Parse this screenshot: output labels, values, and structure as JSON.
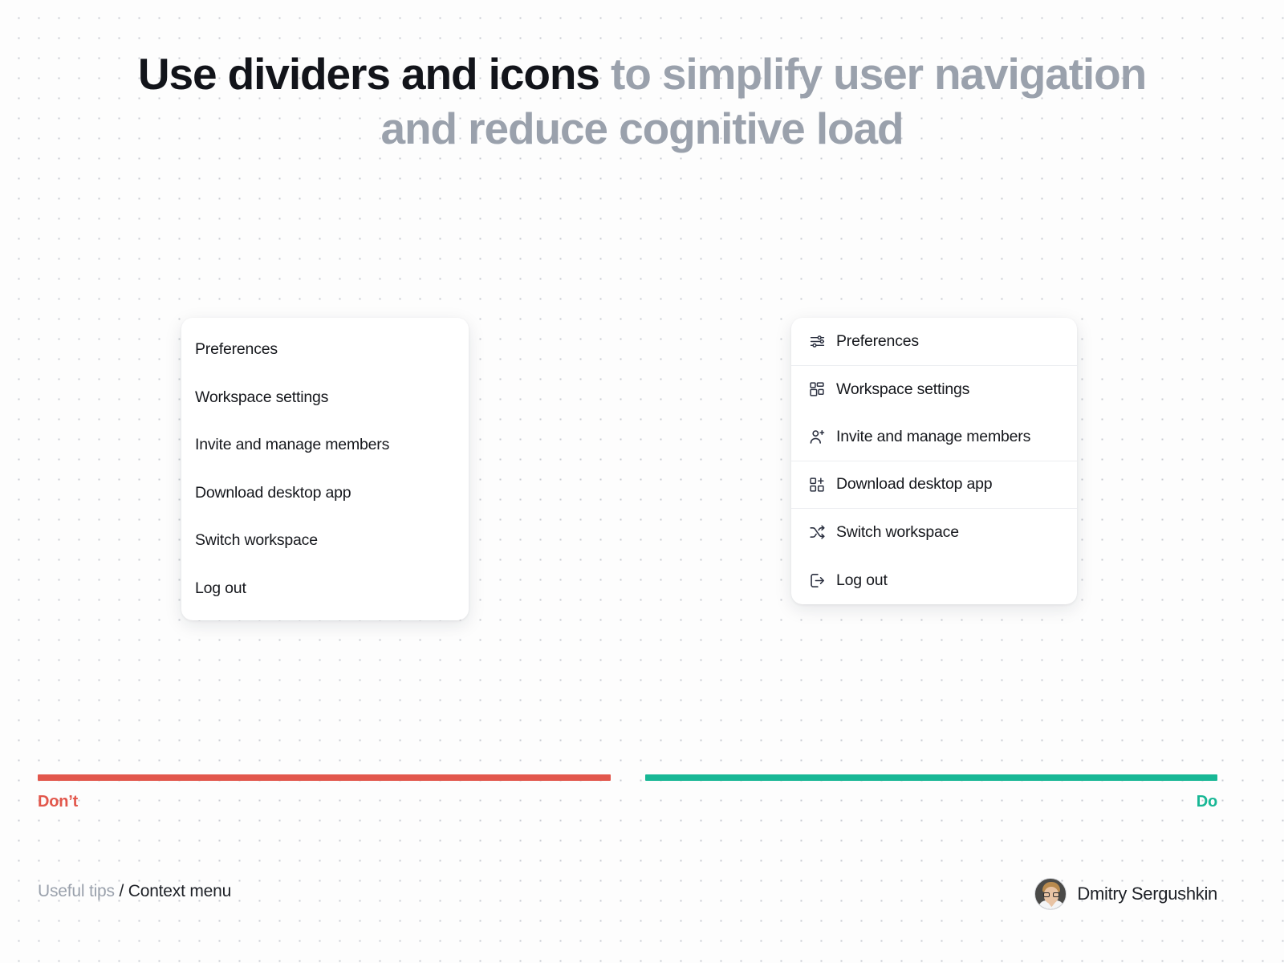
{
  "slide": {
    "title": {
      "strong": "Use dividers and icons",
      "rest": " to simplify user navigation and reduce cognitive load"
    }
  },
  "dont_card": {
    "items": [
      {
        "label": "Preferences"
      },
      {
        "label": "Workspace settings"
      },
      {
        "label": "Invite and manage members"
      },
      {
        "label": "Download desktop app"
      },
      {
        "label": "Switch workspace"
      },
      {
        "label": "Log out"
      }
    ]
  },
  "do_card": {
    "items": [
      {
        "label": "Preferences",
        "icon": "sliders-icon",
        "divider_after": true
      },
      {
        "label": "Workspace settings",
        "icon": "layout-grid-icon",
        "divider_after": false
      },
      {
        "label": "Invite and manage members",
        "icon": "user-plus-icon",
        "divider_after": true
      },
      {
        "label": "Download desktop app",
        "icon": "grid-plus-icon",
        "divider_after": true
      },
      {
        "label": "Switch workspace",
        "icon": "shuffle-icon",
        "divider_after": false
      },
      {
        "label": "Log out",
        "icon": "log-out-icon",
        "divider_after": false
      }
    ]
  },
  "verdicts": {
    "dont_label": "Don’t",
    "do_label": "Do",
    "dont_color": "#e2574c",
    "do_color": "#18b795"
  },
  "footer": {
    "breadcrumb_category": "Useful tips",
    "breadcrumb_separator": "/",
    "breadcrumb_current": "Context menu",
    "author_name": "Dmitry Sergushkin"
  }
}
